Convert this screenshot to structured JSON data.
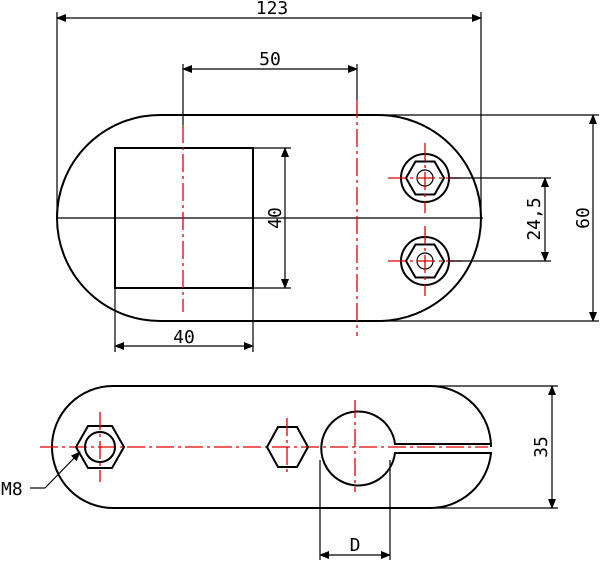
{
  "dimensions": {
    "overall_length": "123",
    "hole_spacing": "50",
    "square_width": "40",
    "square_height": "40",
    "bolt_spacing": "24,5",
    "overall_width": "60",
    "thickness": "35",
    "bore_diameter": "D"
  },
  "labels": {
    "thread": "M8"
  },
  "colors": {
    "outline": "#000000",
    "centerline": "#e00000"
  }
}
